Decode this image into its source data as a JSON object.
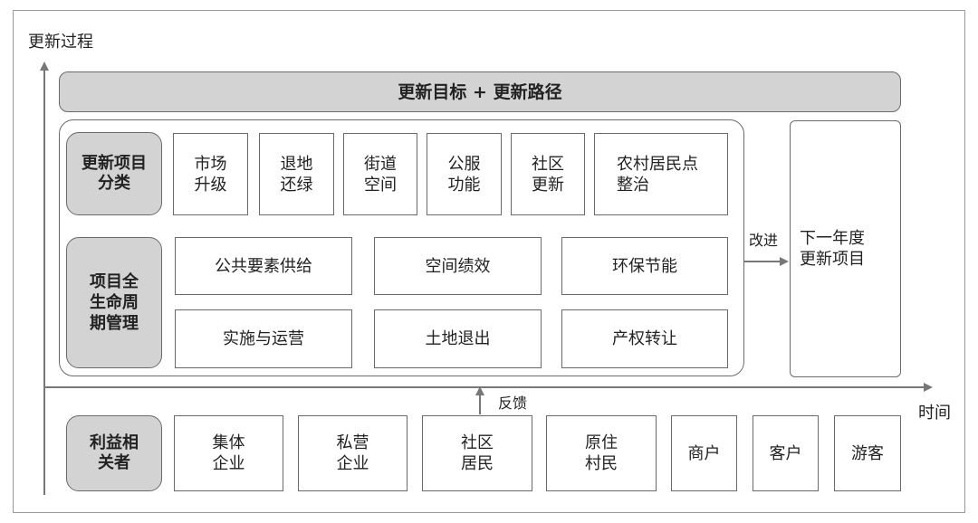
{
  "axis": {
    "y_label": "更新过程",
    "x_label": "时间"
  },
  "top_banner": "更新目标 + 更新路径",
  "classification": {
    "label": "更新项目\n分类",
    "items": [
      "市场\n升级",
      "退地\n还绿",
      "街道\n空间",
      "公服\n功能",
      "社区\n更新",
      "农村居民点\n整治"
    ]
  },
  "lifecycle": {
    "label": "项目全\n生命周\n期管理",
    "row1": [
      "公共要素供给",
      "空间绩效",
      "环保节能"
    ],
    "row2": [
      "实施与运营",
      "土地退出",
      "产权转让"
    ]
  },
  "improve_label": "改进",
  "next_year": "下一年度\n更新项目",
  "feedback_label": "反馈",
  "stakeholders": {
    "label": "利益相\n关者",
    "items": [
      "集体\n企业",
      "私营\n企业",
      "社区\n居民",
      "原住\n村民",
      "商户",
      "客户",
      "游客"
    ]
  },
  "colors": {
    "gray_fill": "#d3d3d3",
    "border": "#6a6a6a",
    "axis": "#777777"
  }
}
